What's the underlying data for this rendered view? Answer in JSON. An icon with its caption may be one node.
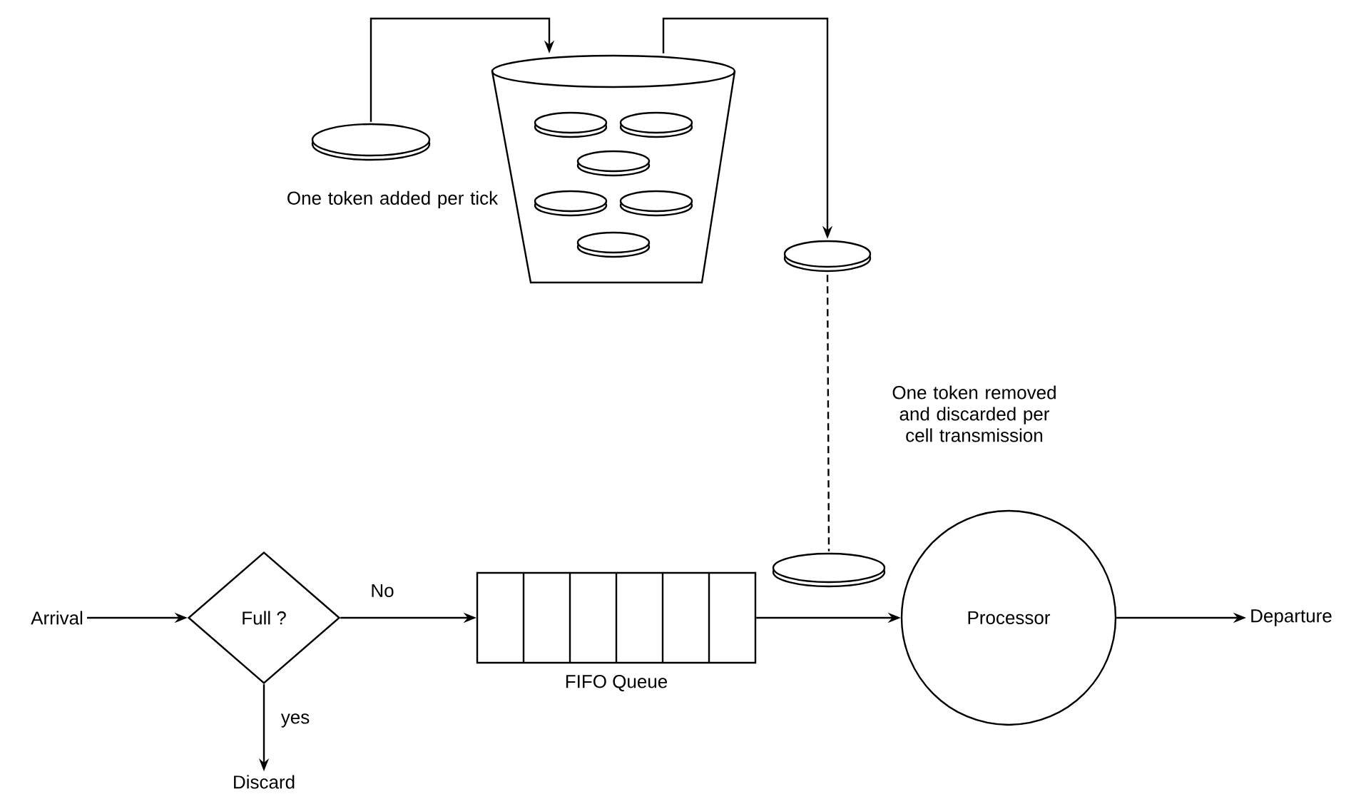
{
  "diagram": {
    "nodes": [
      {
        "text": [],
        "shape": "ellipse",
        "beside": [
          "One token added per tick"
        ]
      },
      {
        "text": [],
        "shape": "bucket"
      },
      {
        "text": [],
        "shape": "ellipse",
        "in": 1
      },
      {
        "text": [],
        "shape": "ellipse",
        "in": 1
      },
      {
        "text": [],
        "shape": "ellipse",
        "in": 1
      },
      {
        "text": [],
        "shape": "ellipse",
        "in": 1
      },
      {
        "text": [],
        "shape": "ellipse",
        "in": 1
      },
      {
        "text": [],
        "shape": "ellipse",
        "in": 1
      },
      {
        "text": [],
        "shape": "ellipse"
      },
      {
        "text": [],
        "shape": "ellipse"
      },
      {
        "text": [
          "Arrival"
        ]
      },
      {
        "text": [
          "Full ?"
        ]
      },
      {
        "text": [
          "FIFO Queue"
        ]
      },
      {
        "text": [
          "Processor"
        ]
      },
      {
        "text": [
          "Departure"
        ]
      },
      {
        "text": [
          "Discard"
        ]
      }
    ],
    "edges": [
      {
        "from": 0,
        "to": 1,
        "arrow": "to"
      },
      {
        "from": 1,
        "to": 8,
        "arrow": "to"
      },
      {
        "from": 8,
        "to": 9,
        "arrow": "none",
        "style": "dashed",
        "label": "One token removed and discarded per cell transmission"
      },
      {
        "from": 10,
        "to": 11,
        "arrow": "to"
      },
      {
        "from": 11,
        "to": 12,
        "arrow": "to",
        "label": "No"
      },
      {
        "from": 11,
        "to": 15,
        "arrow": "to",
        "label": "yes"
      },
      {
        "from": 12,
        "to": 13,
        "arrow": "to"
      },
      {
        "from": 13,
        "to": 14,
        "arrow": "to"
      }
    ]
  }
}
